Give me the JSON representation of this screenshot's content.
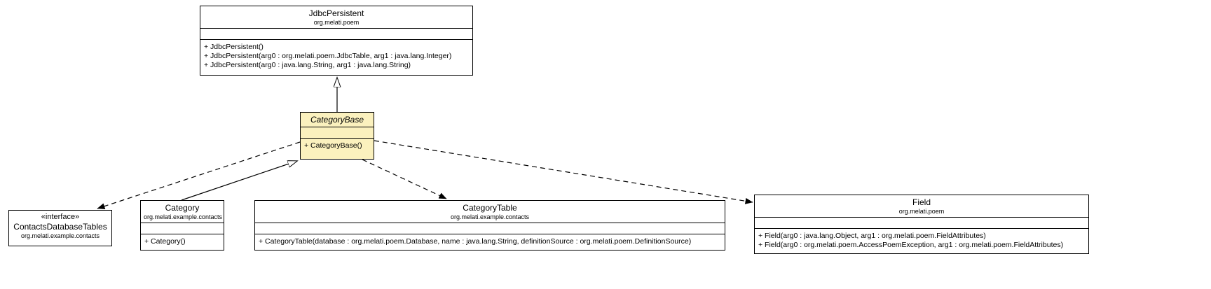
{
  "diagram": {
    "type": "uml-class-diagram",
    "background_color": "#ffffff",
    "border_color": "#000000",
    "abstract_fill_color": "#FBF1BE",
    "class_fill_color": "#ffffff",
    "classes": [
      {
        "name": "JdbcPersistent",
        "package": "org.melati.poem",
        "abstract": false,
        "fields": [],
        "methods": [
          "+ JdbcPersistent()",
          "+ JdbcPersistent(arg0 : org.melati.poem.JdbcTable, arg1 : java.lang.Integer)",
          "+ JdbcPersistent(arg0 : java.lang.String, arg1 : java.lang.String)"
        ]
      },
      {
        "name": "CategoryBase",
        "package": "",
        "abstract": true,
        "fields": [],
        "methods": [
          "+ CategoryBase()"
        ]
      },
      {
        "stereotype": "«interface»",
        "name": "ContactsDatabaseTables",
        "package": "org.melati.example.contacts",
        "abstract": false,
        "fields": [],
        "methods": []
      },
      {
        "name": "Category",
        "package": "org.melati.example.contacts",
        "abstract": false,
        "fields": [],
        "methods": [
          "+ Category()"
        ]
      },
      {
        "name": "CategoryTable",
        "package": "org.melati.example.contacts",
        "abstract": false,
        "fields": [],
        "methods": [
          "+ CategoryTable(database : org.melati.poem.Database, name : java.lang.String, definitionSource : org.melati.poem.DefinitionSource)"
        ]
      },
      {
        "name": "Field",
        "package": "org.melati.poem",
        "abstract": false,
        "fields": [],
        "methods": [
          "+ Field(arg0 : java.lang.Object, arg1 : org.melati.poem.FieldAttributes)",
          "+ Field(arg0 : org.melati.poem.AccessPoemException, arg1 : org.melati.poem.FieldAttributes)"
        ]
      }
    ],
    "relations": [
      {
        "type": "generalization",
        "from": "CategoryBase",
        "to": "JdbcPersistent",
        "line": "solid",
        "arrowhead": "hollow-triangle"
      },
      {
        "type": "generalization",
        "from": "Category",
        "to": "CategoryBase",
        "line": "solid",
        "arrowhead": "hollow-triangle"
      },
      {
        "type": "dependency",
        "from": "CategoryBase",
        "to": "ContactsDatabaseTables",
        "line": "dashed",
        "arrowhead": "open-arrow"
      },
      {
        "type": "dependency",
        "from": "CategoryBase",
        "to": "CategoryTable",
        "line": "dashed",
        "arrowhead": "open-arrow"
      },
      {
        "type": "dependency",
        "from": "CategoryBase",
        "to": "Field",
        "line": "dashed",
        "arrowhead": "open-arrow"
      }
    ]
  }
}
